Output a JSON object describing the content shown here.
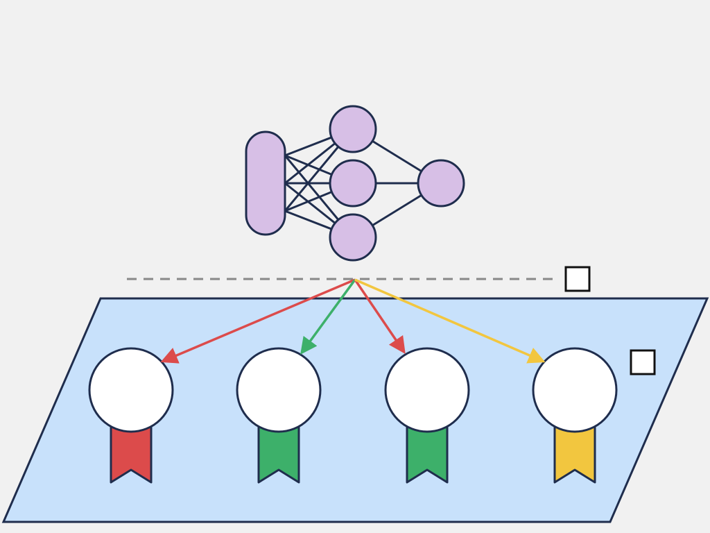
{
  "colors": {
    "background": "#f1f1f1",
    "outline": "#1f2d4d",
    "network_node_fill": "#d7bfe6",
    "plane_fill": "#c8e1fb",
    "medal_face": "#ffffff",
    "red": "#dc4b4b",
    "green": "#3db06a",
    "yellow": "#f2c63f",
    "dashed_line": "#888888"
  },
  "network": {
    "input_layer": {
      "name": "input-node-pill",
      "shape": "pill"
    },
    "hidden_layer": [
      "hidden-node-1",
      "hidden-node-2",
      "hidden-node-3"
    ],
    "output_layer": [
      "output-node"
    ]
  },
  "divider": {
    "style": "dashed"
  },
  "markers": [
    {
      "name": "checkbox-upper",
      "checked": false
    },
    {
      "name": "checkbox-lower",
      "checked": false
    }
  ],
  "plane": {
    "shape": "parallelogram"
  },
  "medals": [
    {
      "name": "medal-1",
      "ribbon_color": "red",
      "arrow_color": "red"
    },
    {
      "name": "medal-2",
      "ribbon_color": "green",
      "arrow_color": "green"
    },
    {
      "name": "medal-3",
      "ribbon_color": "green",
      "arrow_color": "red"
    },
    {
      "name": "medal-4",
      "ribbon_color": "yellow",
      "arrow_color": "yellow"
    }
  ],
  "icons": {
    "network": "neural-network-icon",
    "medal": "award-medal-icon",
    "arrow": "arrow-icon",
    "checkbox": "checkbox-icon"
  }
}
